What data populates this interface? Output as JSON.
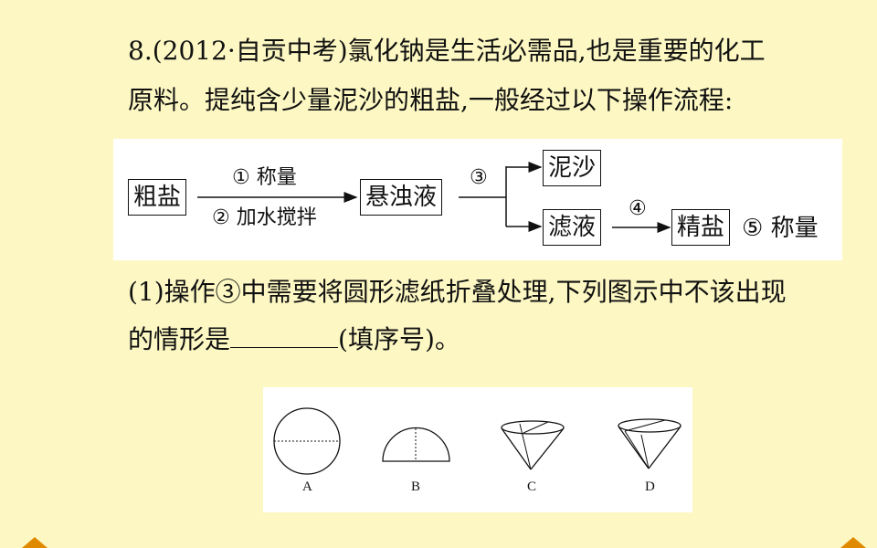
{
  "question": {
    "line1": "8.(2012·自贡中考)氯化钠是生活必需品,也是重要的化工",
    "line2": "原料。提纯含少量泥沙的粗盐,一般经过以下操作流程:",
    "sub1_line1": "(1)操作③中需要将圆形滤纸折叠处理,下列图示中不该出现",
    "sub1_line2_pre": "的情形是",
    "sub1_line2_post": "(填序号)。"
  },
  "flow": {
    "start": "粗盐",
    "step1": "① 称量",
    "step2": "② 加水搅拌",
    "mid": "悬浊液",
    "step3": "③",
    "top_out": "泥沙",
    "bottom_out": "滤液",
    "step4": "④",
    "product": "精盐",
    "step5": "⑤ 称量"
  },
  "figures": {
    "labels": [
      "A",
      "B",
      "C",
      "D"
    ]
  }
}
